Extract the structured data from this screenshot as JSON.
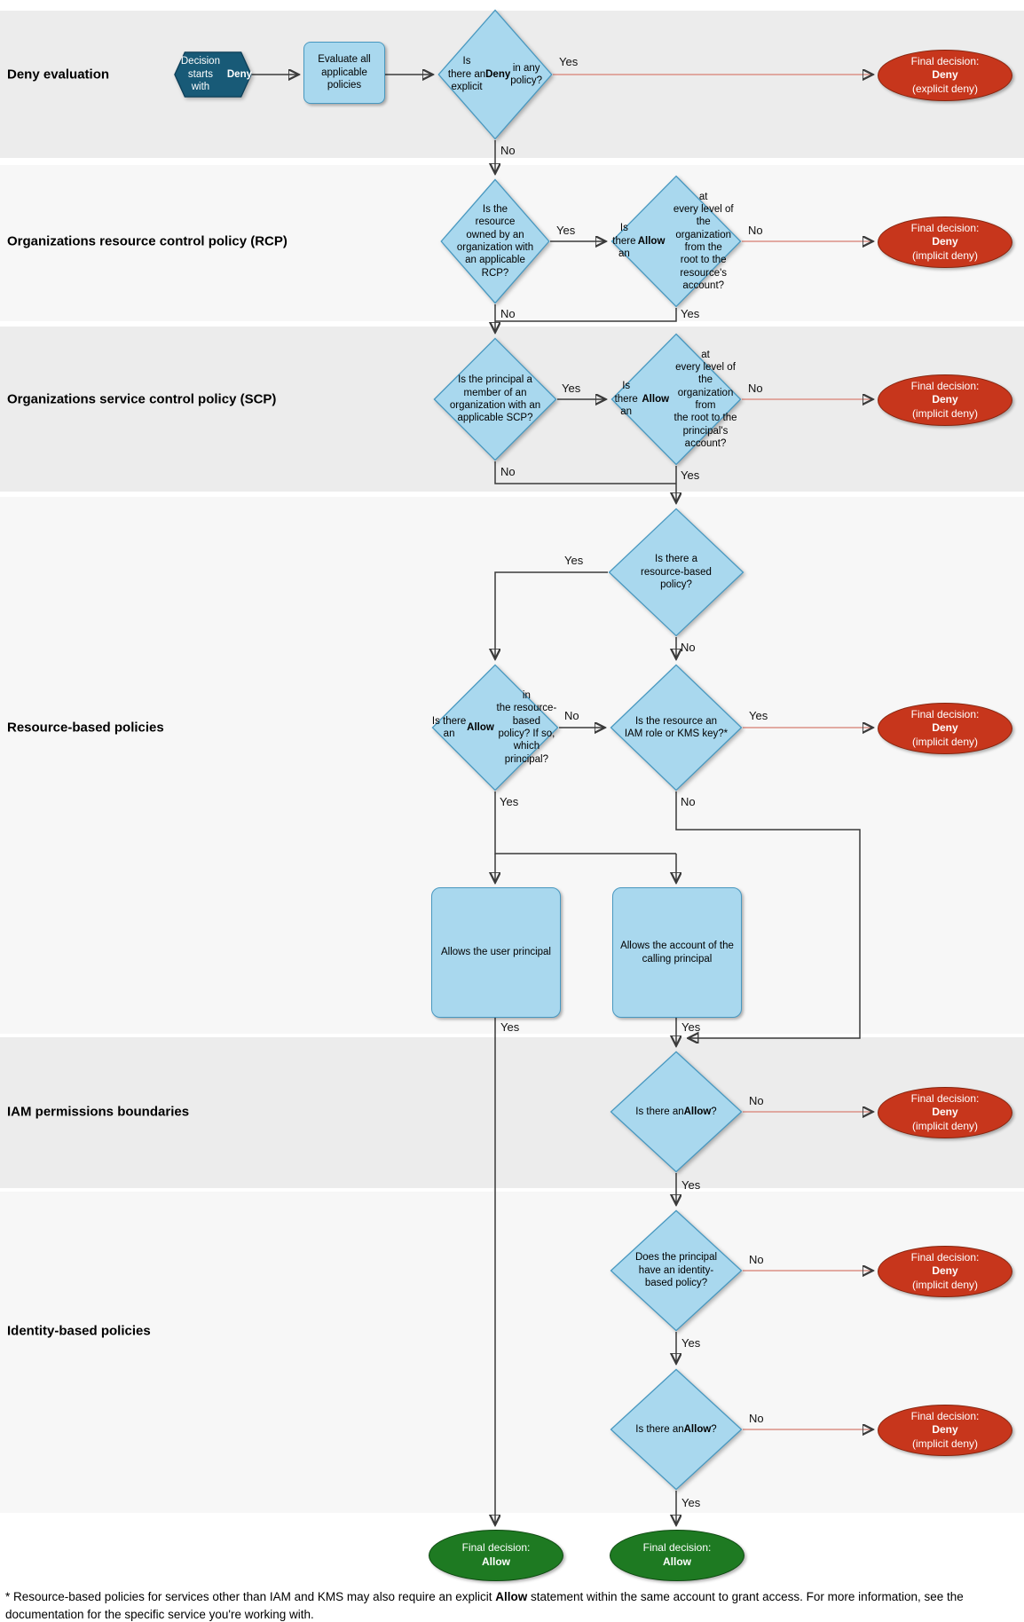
{
  "sections": [
    {
      "label": "Deny evaluation"
    },
    {
      "label": "Organizations resource control policy (RCP)"
    },
    {
      "label": "Organizations service control policy (SCP)"
    },
    {
      "label": "Resource-based policies"
    },
    {
      "label": "IAM permissions boundaries"
    },
    {
      "label": "Identity-based policies"
    }
  ],
  "nodes": {
    "start": "Decision starts\nwith **Deny**",
    "evaluate": "Evaluate all\napplicable\npolicies",
    "d1": "Is\nthere an\nexplicit **Deny** in any\npolicy?",
    "d2": "Is the\nresource\nowned by an\norganization with\nan applicable\nRCP?",
    "d3": "Is there\nan **Allow** at\nevery level of the\norganization from the\nroot to the\nresource's\naccount?",
    "d4": "Is the principal a\nmember of an\norganization with an\napplicable SCP?",
    "d5": "Is there\nan **Allow** at\nevery level of the\norganization from\nthe root to the\nprincipal's\naccount?",
    "d6": "Is there a\nresource-based\npolicy?",
    "d7": "Is there an\n**Allow** in\nthe resource-based\npolicy? If so, which\nprincipal?",
    "d8": "Is the resource an\nIAM role or KMS key?*",
    "d9": "Is there an **Allow**?",
    "d10": "Does the principal\nhave an identity-\nbased policy?",
    "d11": "Is there an **Allow**?",
    "box_user": "Allows the user principal",
    "box_account": "Allows the account of the\ncalling principal",
    "deny_explicit": "Final decision:\n**Deny**\n(explicit deny)",
    "deny_implicit": "Final decision:\n**Deny**\n(implicit deny)",
    "allow": "Final decision:\n**Allow**"
  },
  "edges": {
    "d1_yes": "Yes",
    "d1_no": "No",
    "d2_yes": "Yes",
    "d2_no": "No",
    "d3_no": "No",
    "d3_yes": "Yes",
    "d4_yes": "Yes",
    "d4_no": "No",
    "d5_no": "No",
    "d5_yes": "Yes",
    "d6_yes": "Yes",
    "d6_no": "No",
    "d7_no": "No",
    "d7_yes": "Yes",
    "d8_yes": "Yes",
    "d8_no": "No",
    "box_user_yes": "Yes",
    "box_account_yes": "Yes",
    "d9_no": "No",
    "d9_yes": "Yes",
    "d10_no": "No",
    "d10_yes": "Yes",
    "d11_no": "No",
    "d11_yes": "Yes"
  },
  "colors": {
    "node_fill": "#a9d8ee",
    "node_stroke": "#4898c0",
    "start_fill": "#185a77",
    "deny_fill": "#c7361c",
    "allow_fill": "#1e7a22",
    "band_grey": "#ececec",
    "band_light": "#f7f7f7",
    "red_connector": "#dc9186"
  },
  "footnote": "* Resource-based policies for services other than IAM and KMS may also require an explicit **Allow** statement within the same account to grant access. For more information, see the documentation for the specific service you're working with."
}
